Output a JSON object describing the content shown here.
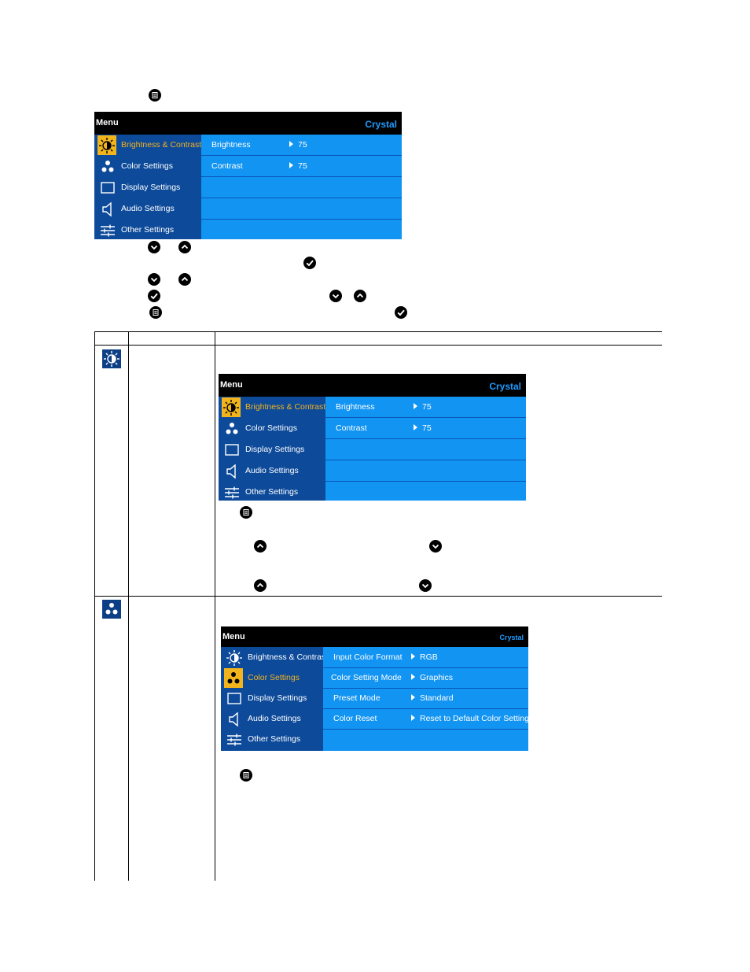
{
  "osd": {
    "menu_title": "Menu",
    "brand": "Crystal",
    "left_items": [
      {
        "label": "Brightness & Contrast",
        "icon": "brightness-contrast-icon"
      },
      {
        "label": "Color Settings",
        "icon": "color-settings-icon"
      },
      {
        "label": "Display Settings",
        "icon": "display-settings-icon"
      },
      {
        "label": "Audio Settings",
        "icon": "audio-settings-icon"
      },
      {
        "label": "Other Settings",
        "icon": "other-settings-icon"
      }
    ],
    "brightness_panel": [
      {
        "key": "Brightness",
        "value": "75"
      },
      {
        "key": "Contrast",
        "value": "75"
      }
    ],
    "color_panel": [
      {
        "key": "Input Color Format",
        "value": "RGB"
      },
      {
        "key": "Color Setting Mode",
        "value": "Graphics"
      },
      {
        "key": "Preset Mode",
        "value": "Standard"
      },
      {
        "key": "Color Reset",
        "value": "Reset to Default Color Settings"
      }
    ]
  },
  "colors": {
    "osd_left_bg": "#0d4a9a",
    "osd_right_bg": "#1294f2",
    "osd_header_bg": "#000000",
    "brand_text": "#1e9bff",
    "selected_highlight": "#f2b41c"
  },
  "buttons": {
    "icons": [
      "menu-button-icon",
      "down-arrow-button-icon",
      "up-arrow-button-icon",
      "check-button-icon"
    ]
  }
}
